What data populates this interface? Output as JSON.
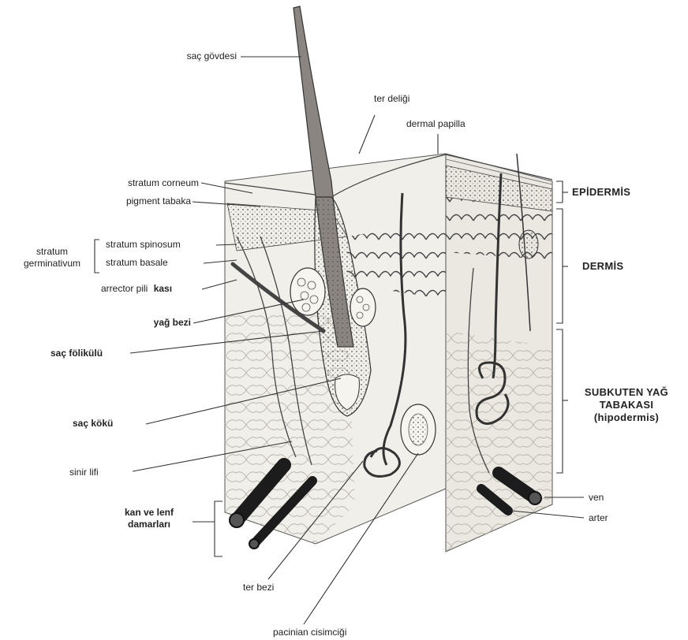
{
  "labels": {
    "sac_govdesi": "saç gövdesi",
    "ter_deligi": "ter deliği",
    "dermal_papilla": "dermal papilla",
    "stratum_corneum": "stratum corneum",
    "pigment_tabaka": "pigment tabaka",
    "stratum_germinativum_1": "stratum",
    "stratum_germinativum_2": "germinativum",
    "stratum_spinosum": "stratum spinosum",
    "stratum_basale": "stratum basale",
    "arrector_pili": "arrector pili",
    "kasi": "kası",
    "yag_bezi": "yağ bezi",
    "sac_folikulu": "saç fölikülü",
    "sac_koku": "saç kökü",
    "sinir_lifi": "sinir lifi",
    "kan_lenf_1": "kan ve lenf",
    "kan_lenf_2": "damarları",
    "ter_bezi": "ter bezi",
    "pacinian": "pacinian cisimciği",
    "ven": "ven",
    "arter": "arter"
  },
  "regions": {
    "epidermis": "EPİDERMİS",
    "dermis": "DERMİS",
    "subkuten_1": "SUBKUTEN YAĞ",
    "subkuten_2": "TABAKASI",
    "subkuten_3": "(hipodermis)"
  },
  "colors": {
    "ink": "#222222",
    "line": "#333333",
    "vessel": "#1c1c1c",
    "tissue": "#f1efea",
    "fat": "#e9e6df"
  }
}
